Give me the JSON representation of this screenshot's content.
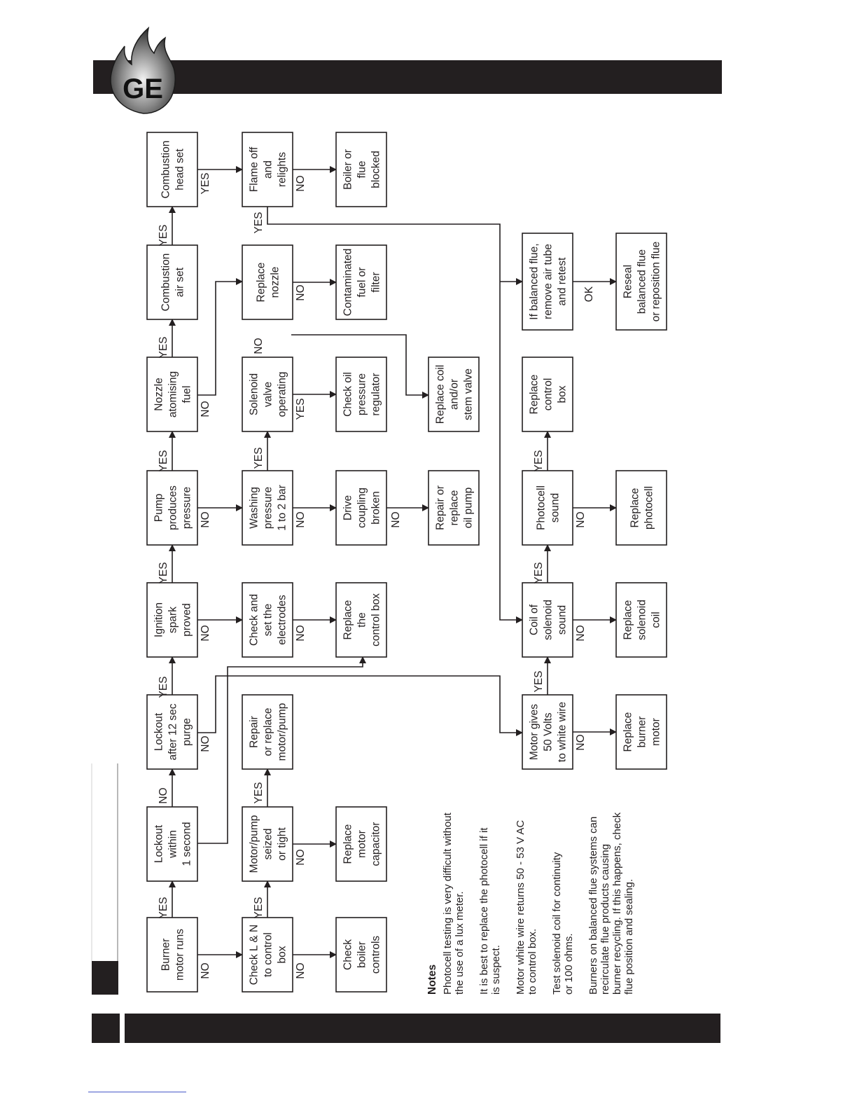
{
  "logo": {
    "letters": "GE"
  },
  "boxes": {
    "burner_motor_runs": [
      "Burner",
      "motor runs"
    ],
    "lockout_1s": [
      "Lockout",
      "within",
      "1 second"
    ],
    "lockout_12s": [
      "Lockout",
      "after 12 sec",
      "purge"
    ],
    "ignition_spark": [
      "Ignition",
      "spark",
      "proved"
    ],
    "pump_pressure": [
      "Pump",
      "produces",
      "pressure"
    ],
    "nozzle_atomising": [
      "Nozzle",
      "atomising",
      "fuel"
    ],
    "combustion_air": [
      "Combustion",
      "air set"
    ],
    "combustion_head": [
      "Combustion",
      "head set"
    ],
    "check_ln": [
      "Check L & N",
      "to control",
      "box"
    ],
    "motor_pump_seized": [
      "Motor/pump",
      "seized",
      "or tight"
    ],
    "repair_motor_pump": [
      "Repair",
      "or replace",
      "motor/pump"
    ],
    "check_electrodes": [
      "Check and",
      "set the",
      "electrodes"
    ],
    "washing_pressure": [
      "Washing",
      "pressure",
      "1 to 2 bar"
    ],
    "solenoid_valve": [
      "Solenoid",
      "valve",
      "operating"
    ],
    "replace_nozzle": [
      "Replace",
      "nozzle"
    ],
    "flame_off": [
      "Flame off",
      "and",
      "relights"
    ],
    "check_boiler_controls": [
      "Check",
      "boiler",
      "controls"
    ],
    "replace_capacitor": [
      "Replace",
      "motor",
      "capacitor"
    ],
    "replace_control_box_1": [
      "Replace",
      "the",
      "control box"
    ],
    "drive_coupling": [
      "Drive",
      "coupling",
      "broken"
    ],
    "check_oil_regulator": [
      "Check oil",
      "pressure",
      "regulator"
    ],
    "contaminated_fuel": [
      "Contaminated",
      "fuel or",
      "filter"
    ],
    "boiler_flue_blocked": [
      "Boiler or",
      "flue",
      "blocked"
    ],
    "repair_oil_pump": [
      "Repair or",
      "replace",
      "oil pump"
    ],
    "replace_coil_stem": [
      "Replace coil",
      "and/or",
      "stem valve"
    ],
    "motor_50v": [
      "Motor gives",
      "50 Volts",
      "to white wire"
    ],
    "coil_solenoid_sound": [
      "Coil of",
      "solenoid",
      "sound"
    ],
    "photocell_sound": [
      "Photocell",
      "sound"
    ],
    "replace_control_box_2": [
      "Replace",
      "control",
      "box"
    ],
    "balanced_flue": [
      "If balanced flue,",
      "remove air tube",
      "and retest"
    ],
    "replace_burner_motor": [
      "Replace",
      "burner",
      "motor"
    ],
    "replace_solenoid_coil": [
      "Replace",
      "solenoid",
      "coil"
    ],
    "replace_photocell": [
      "Replace",
      "photocell"
    ],
    "reseal_flue": [
      "Reseal",
      "balanced flue",
      "or reposition flue"
    ]
  },
  "edge_labels": {
    "yes": "YES",
    "no": "NO",
    "ok": "OK"
  },
  "notes": {
    "heading": "Notes",
    "paragraphs": [
      [
        "Photocell testing is very difficult without",
        "the use of a lux meter."
      ],
      [
        "It is best to replace the photocell if it",
        "is suspect."
      ],
      [
        "Motor white wire returns 50 - 53 V AC",
        "to control box."
      ],
      [
        "Test solenoid coil for continuity",
        "or 100 ohms."
      ],
      [
        "Burners on balanced flue systems can",
        "recirculate flue products causing",
        "burner recycling. If this happens, check",
        "flue position and sealing."
      ]
    ]
  },
  "colors": {
    "bar": "#231f20",
    "line": "#231f20",
    "sidebar_line": "#b8b8b8",
    "bottom_rule": "#3b4fc4"
  }
}
